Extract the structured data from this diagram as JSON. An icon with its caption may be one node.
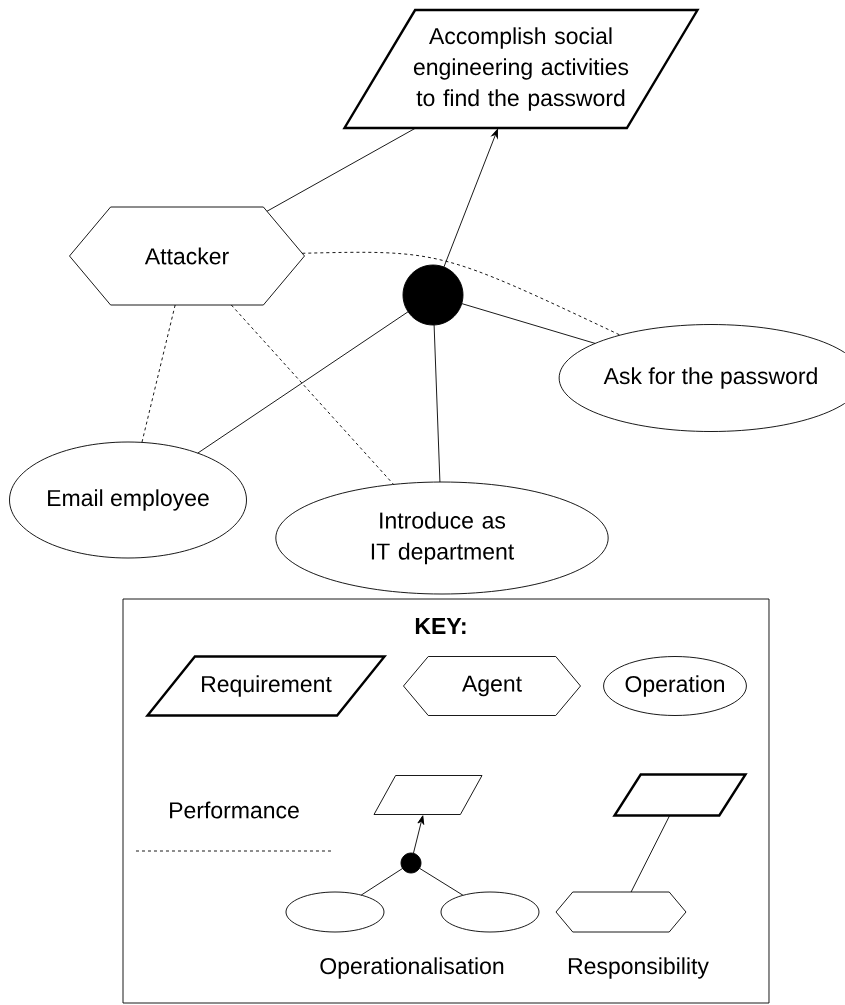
{
  "diagram": {
    "nodes": [
      {
        "text": [
          "Accomplish social engineering activities to find the password"
        ]
      },
      {
        "text": [
          "Attacker"
        ]
      },
      {
        "text": [],
        "shape": "circle"
      },
      {
        "text": [
          "Ask for the password"
        ]
      },
      {
        "text": [
          "Email employee"
        ]
      },
      {
        "text": [
          "Introduce as IT department"
        ]
      },
      {
        "text": [
          "KEY:"
        ]
      },
      {
        "text": [
          "Requirement"
        ],
        "in": 6
      },
      {
        "text": [
          "Agent"
        ],
        "in": 6
      },
      {
        "text": [
          "Operation"
        ],
        "in": 6
      },
      {
        "text": [],
        "shape": "parallelogram",
        "in": 6
      },
      {
        "text": [],
        "shape": "circle",
        "in": 6
      },
      {
        "text": [],
        "shape": "ellipse",
        "in": 6
      },
      {
        "text": [],
        "shape": "ellipse",
        "in": 6
      },
      {
        "text": [],
        "shape": "parallelogram",
        "in": 6
      },
      {
        "text": [],
        "shape": "hexagon",
        "in": 6
      }
    ],
    "edges": [
      {
        "from": 1,
        "to": 0,
        "arrow": "none"
      },
      {
        "from": 2,
        "to": 0,
        "arrow": "to"
      },
      {
        "from": 1,
        "to": 3,
        "arrow": "none",
        "style": "dashed"
      },
      {
        "from": 2,
        "to": 3,
        "arrow": "none"
      },
      {
        "from": 2,
        "to": 4,
        "arrow": "none"
      },
      {
        "from": 2,
        "to": 5,
        "arrow": "none"
      },
      {
        "from": 1,
        "to": 4,
        "arrow": "none",
        "style": "dashed"
      },
      {
        "from": 1,
        "to": 5,
        "arrow": "none",
        "style": "dashed"
      },
      {
        "from": 11,
        "to": 10,
        "arrow": "to"
      },
      {
        "from": 12,
        "to": 11,
        "arrow": "none"
      },
      {
        "from": 13,
        "to": 11,
        "arrow": "none"
      },
      {
        "from": 15,
        "to": 14,
        "arrow": "none"
      }
    ],
    "labels": [
      "Operationalisation",
      "Responsibility"
    ],
    "legend": [
      {
        "text": "Performance"
      }
    ]
  }
}
